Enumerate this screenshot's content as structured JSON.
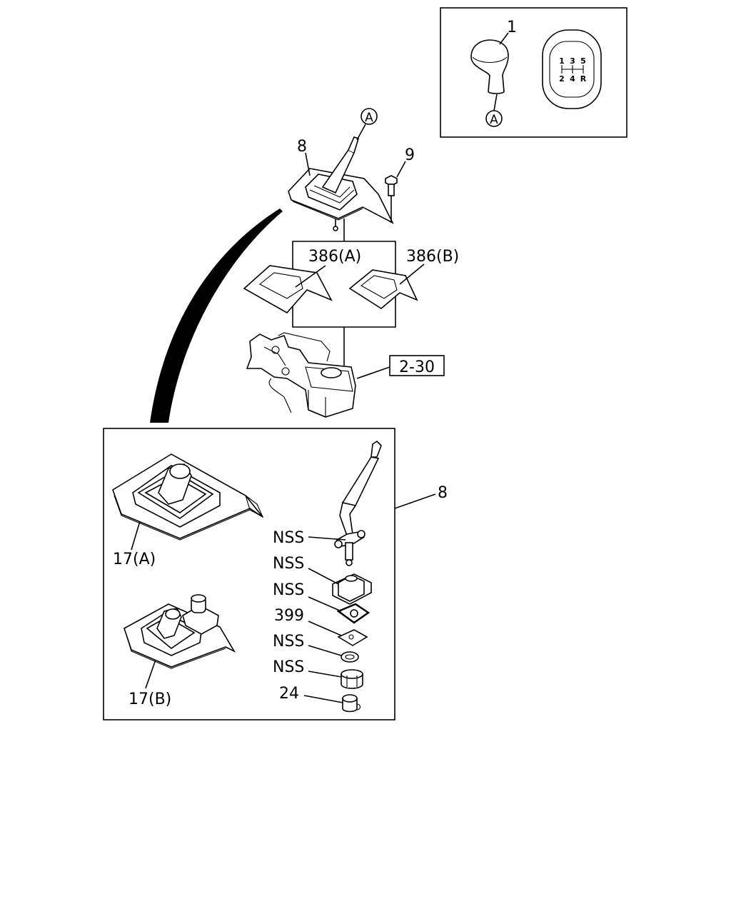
{
  "callouts": {
    "knob": "1",
    "ref_a_top": "A",
    "ref_a_knob": "A",
    "lever_top": "8",
    "bolt": "9",
    "plate_a": "386(A)",
    "plate_b": "386(B)",
    "transmission_ref": "2-30",
    "lever_detail": "8",
    "boot_a": "17(A)",
    "boot_b": "17(B)",
    "nss_1": "NSS",
    "nss_2": "NSS",
    "nss_3": "NSS",
    "seal": "399",
    "nss_4": "NSS",
    "nss_5": "NSS",
    "bushing": "24"
  },
  "shift_pattern": {
    "top_row": [
      "1",
      "3",
      "5"
    ],
    "bottom_row": [
      "2",
      "4",
      "R"
    ]
  }
}
